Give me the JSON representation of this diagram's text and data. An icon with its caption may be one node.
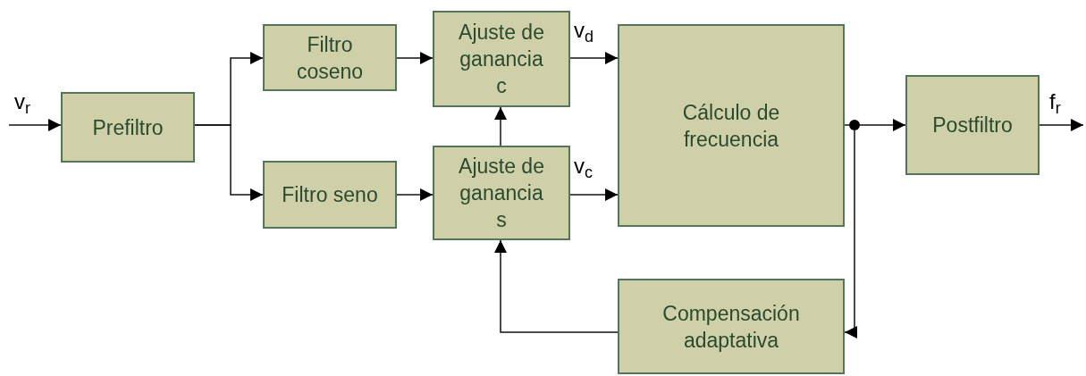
{
  "diagram": {
    "nodes": [
      {
        "text": [
          "Prefiltro"
        ]
      },
      {
        "text": [
          "Filtro coseno"
        ]
      },
      {
        "text": [
          "Filtro seno"
        ]
      },
      {
        "text": [
          "Ajuste de ganancia c"
        ]
      },
      {
        "text": [
          "Ajuste de ganancia s"
        ]
      },
      {
        "text": [
          "Cálculo de frecuencia"
        ]
      },
      {
        "text": [
          "Postfiltro"
        ]
      },
      {
        "text": [
          "Compensación adaptativa"
        ]
      },
      {
        "text": [],
        "shape": "circle"
      }
    ],
    "edges": [
      {
        "from": null,
        "to": 0,
        "arrow": "to",
        "label": "v$_{r}$"
      },
      {
        "from": 0,
        "to": 1,
        "arrow": "to"
      },
      {
        "from": 0,
        "to": 2,
        "arrow": "to"
      },
      {
        "from": 1,
        "to": 3,
        "arrow": "to"
      },
      {
        "from": 2,
        "to": 4,
        "arrow": "to"
      },
      {
        "from": 4,
        "to": 3,
        "arrow": "to"
      },
      {
        "from": 3,
        "to": 5,
        "arrow": "to",
        "label": "v$_{d}$"
      },
      {
        "from": 4,
        "to": 5,
        "arrow": "to",
        "label": "v$_{c}$"
      },
      {
        "from": 5,
        "to": 8,
        "arrow": "none"
      },
      {
        "from": 8,
        "to": 6,
        "arrow": "to"
      },
      {
        "from": 8,
        "to": 7,
        "arrow": "to"
      },
      {
        "from": 7,
        "to": 4,
        "arrow": "to"
      },
      {
        "from": 6,
        "to": null,
        "arrow": "to",
        "label": "f$_{r}$"
      }
    ]
  }
}
